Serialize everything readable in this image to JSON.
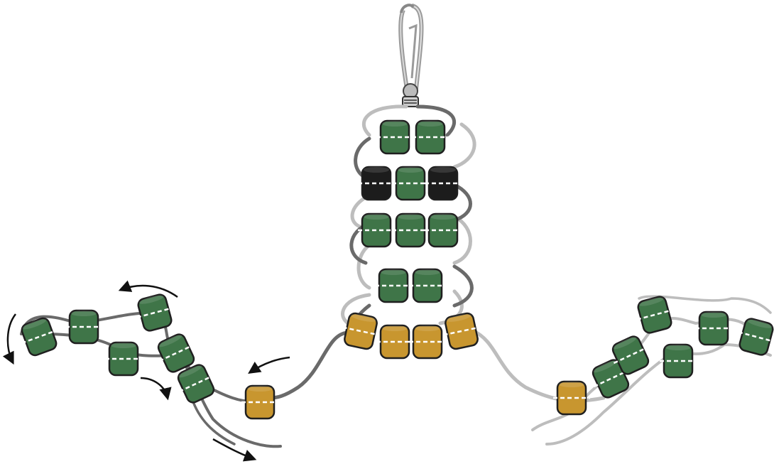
{
  "colors": {
    "green": "#3f7548",
    "black": "#1c1c1c",
    "tan": "#c8962f",
    "dark_cord": "#6a6a6a",
    "light_cord": "#bdbdbd",
    "hook": "#aaaaaa",
    "arrow": "#111111"
  },
  "icons": {
    "clip": "snap-hook-icon",
    "arrow": "curved-arrow-icon"
  },
  "central_column": {
    "rows": [
      [
        "green",
        "green"
      ],
      [
        "black",
        "green",
        "black"
      ],
      [
        "green",
        "green",
        "green"
      ],
      [
        "green",
        "green"
      ],
      [
        "tan",
        "tan",
        "tan",
        "tan"
      ]
    ]
  },
  "left_strand": {
    "beads": [
      "green",
      "green",
      "green",
      "green",
      "green",
      "green",
      "tan"
    ],
    "arrow_count": 5
  },
  "right_strand": {
    "beads": [
      "tan",
      "green",
      "green",
      "green",
      "green",
      "green",
      "green"
    ]
  }
}
